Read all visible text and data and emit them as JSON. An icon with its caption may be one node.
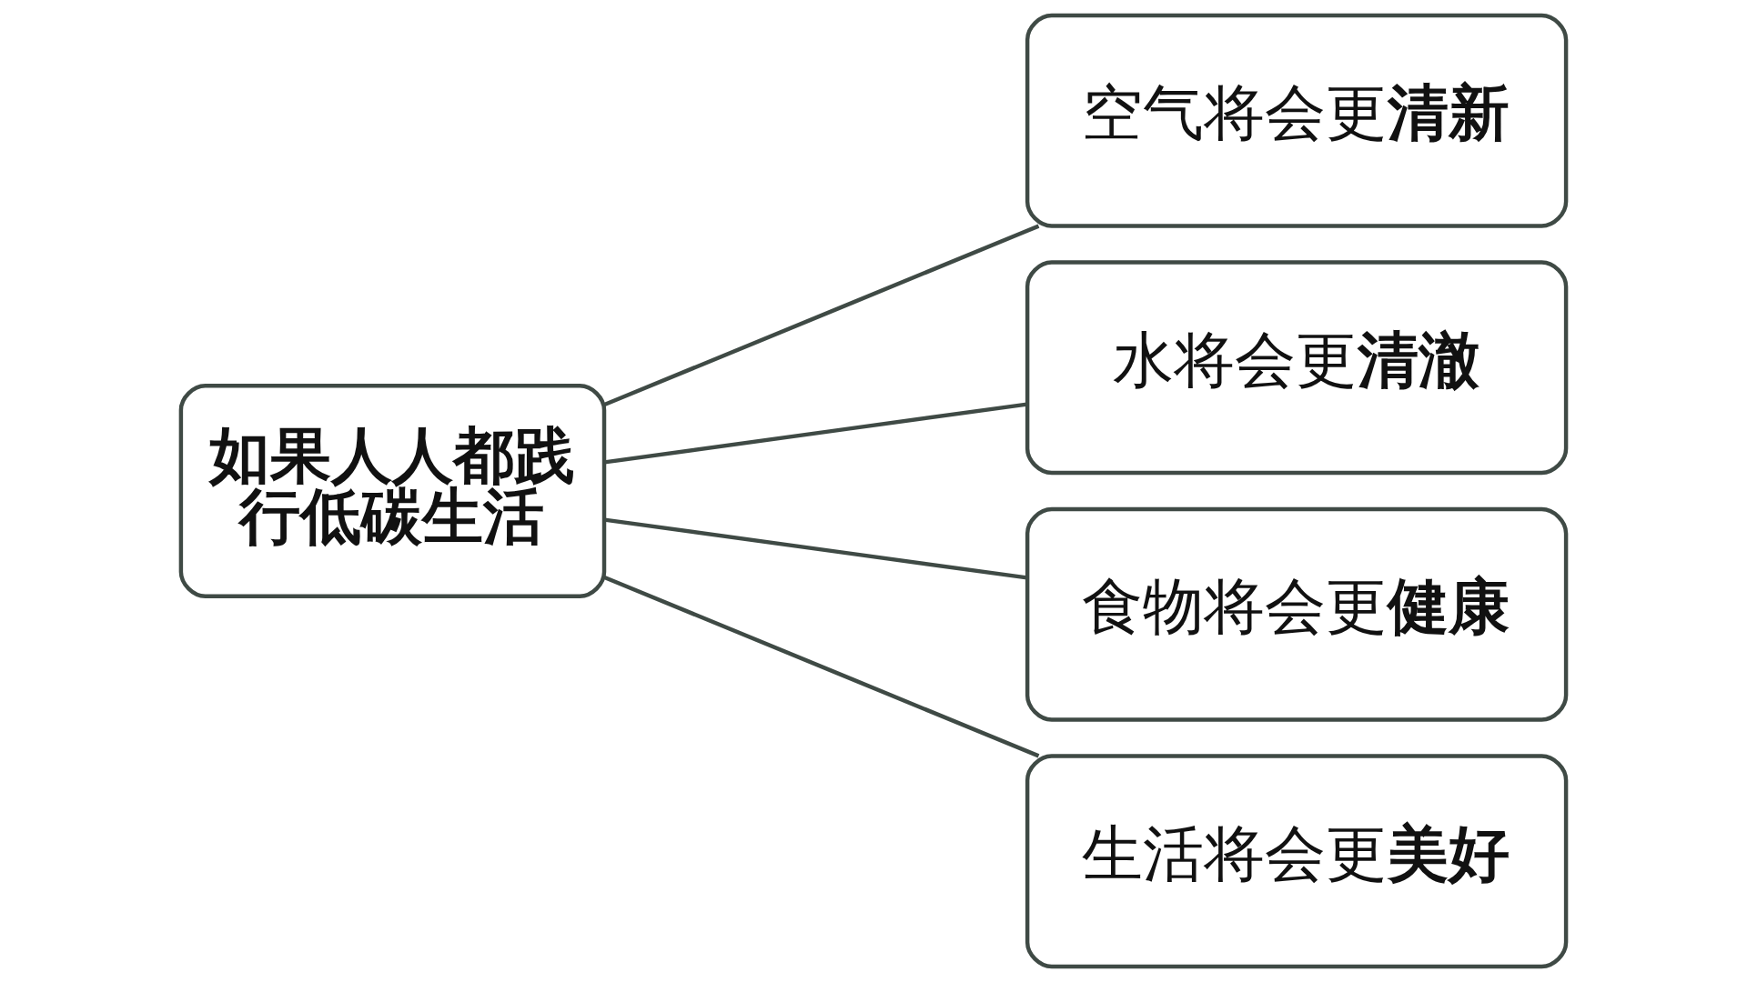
{
  "diagram": {
    "nodes": [
      {
        "text": [
          "如果人人都践行低碳生活"
        ]
      },
      {
        "text": [
          "空气将会更**清新**"
        ]
      },
      {
        "text": [
          "水将会更**清澈**"
        ]
      },
      {
        "text": [
          "食物将会更**健康**"
        ]
      },
      {
        "text": [
          "生活将会更**美好**"
        ]
      }
    ],
    "edges": [
      {
        "from": 0,
        "to": 1,
        "arrow": "none"
      },
      {
        "from": 0,
        "to": 2,
        "arrow": "none"
      },
      {
        "from": 0,
        "to": 3,
        "arrow": "none"
      },
      {
        "from": 0,
        "to": 4,
        "arrow": "none"
      }
    ]
  }
}
